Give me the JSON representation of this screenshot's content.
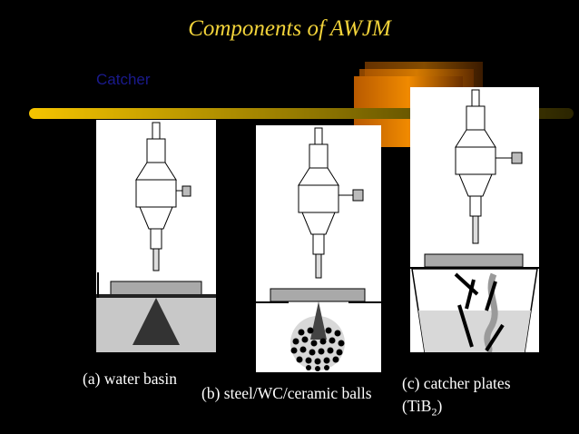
{
  "slide": {
    "title": "Components of AWJM",
    "catcher_label": "Catcher"
  },
  "panels": [
    {
      "caption": "(a) water basin"
    },
    {
      "caption": "(b) steel/WC/ceramic balls"
    },
    {
      "caption": "(c) catcher plates",
      "caption_line2_prefix": "(TiB",
      "caption_line2_sub": "2",
      "caption_line2_suffix": ")"
    }
  ],
  "colors": {
    "title": "#f2d33a",
    "bar_start": "#f5c400",
    "bar_end": "#3a3000",
    "orange_block": "#f08a00",
    "catcher_text": "#1a1a8c"
  }
}
